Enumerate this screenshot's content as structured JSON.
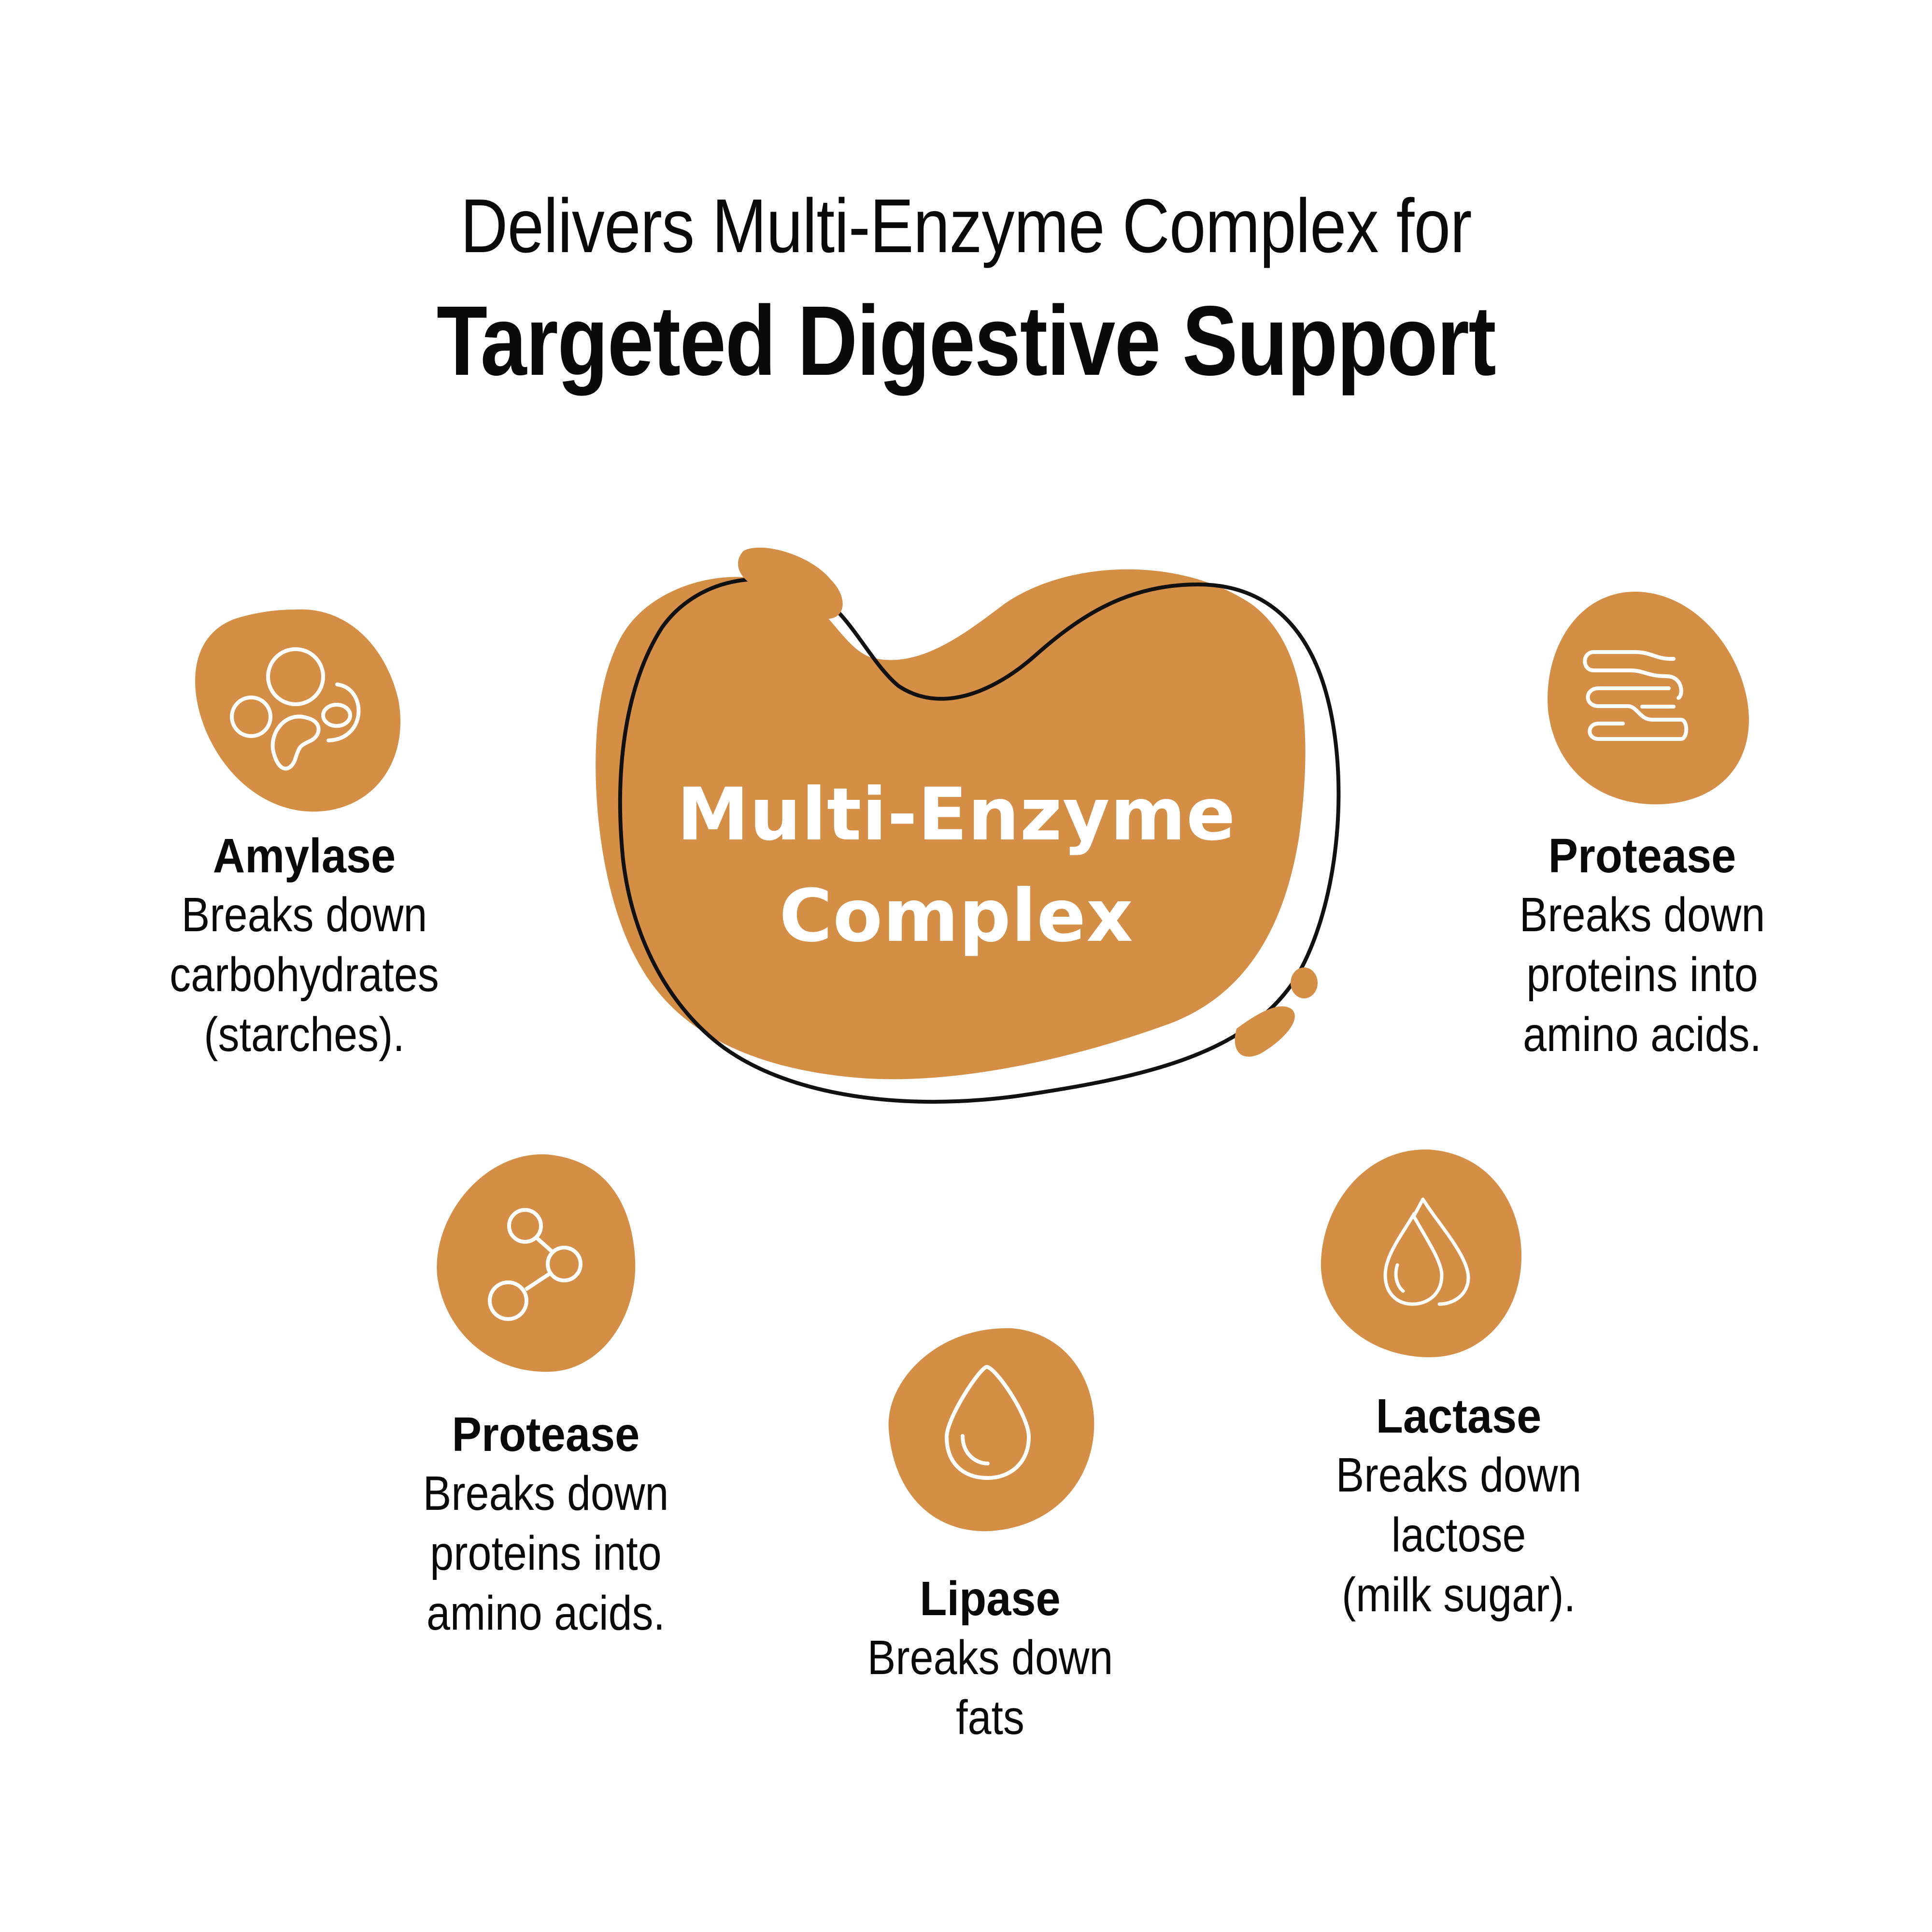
{
  "header": {
    "subtitle": "Delivers Multi-Enzyme Complex for",
    "headline": "Targeted Digestive Support"
  },
  "center": {
    "line1": "Multi-Enzyme",
    "line2": "Complex"
  },
  "colors": {
    "accent": "#D48E45",
    "text": "#0A0A0A",
    "icon_stroke": "#FFFFFF",
    "outline": "#111111"
  },
  "enzymes": [
    {
      "icon": "starch-granules-icon",
      "name": "Amylase",
      "desc": [
        "Breaks down",
        "carbohydrates",
        "(starches)."
      ]
    },
    {
      "icon": "intestine-icon",
      "name": "Protease",
      "desc": [
        "Breaks down",
        "proteins into",
        "amino acids."
      ]
    },
    {
      "icon": "molecule-icon",
      "name": "Protease",
      "desc": [
        "Breaks down",
        "proteins into",
        "amino acids."
      ]
    },
    {
      "icon": "oil-drop-icon",
      "name": "Lipase",
      "desc": [
        "Breaks down",
        "fats"
      ]
    },
    {
      "icon": "milk-drops-icon",
      "name": "Lactase",
      "desc": [
        "Breaks down",
        "lactose",
        "(milk sugar)."
      ]
    }
  ]
}
